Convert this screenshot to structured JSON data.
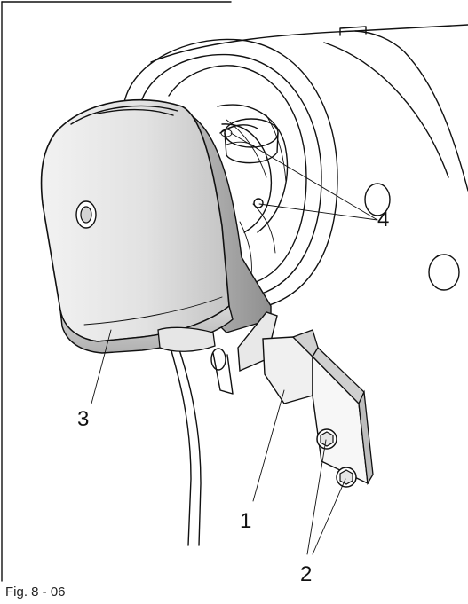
{
  "figure": {
    "caption": "Fig. 8 - 06",
    "callouts": [
      {
        "id": "1",
        "label": "1"
      },
      {
        "id": "2",
        "label": "2"
      },
      {
        "id": "3",
        "label": "3"
      },
      {
        "id": "4",
        "label": "4"
      }
    ]
  },
  "colors": {
    "line": "#111111",
    "cover_light": "#ececec",
    "cover_mid": "#cfcfcf",
    "cover_dark": "#a8a8a8",
    "frame": "#444444"
  }
}
